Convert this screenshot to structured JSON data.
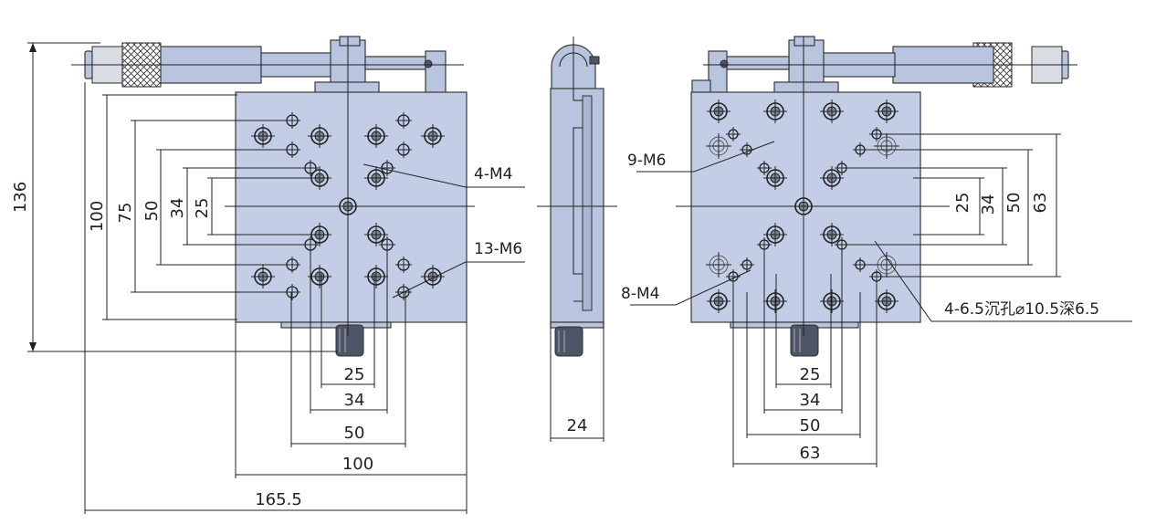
{
  "labels": {
    "front_4m4": "4-M4",
    "front_13m6": "13-M6",
    "back_9m6": "9-M6",
    "back_8m4": "8-M4",
    "back_counterbore": "4-6.5沉孔⌀10.5深6.5"
  },
  "dims": {
    "overall_height": "136",
    "v100": "100",
    "v75": "75",
    "v50": "50",
    "v34": "34",
    "v25": "25",
    "h25": "25",
    "h34": "34",
    "h50": "50",
    "h100": "100",
    "h165": "165.5",
    "side24": "24",
    "r25": "25",
    "r34": "34",
    "r50": "50",
    "r63": "63",
    "b25": "25",
    "b34": "34",
    "b50": "50",
    "b63": "63"
  }
}
